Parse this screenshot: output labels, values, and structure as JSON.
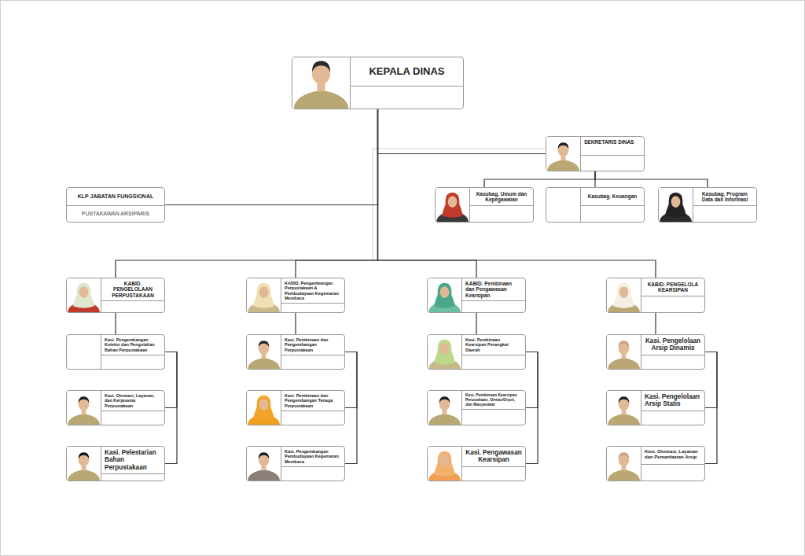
{
  "diagram": {
    "nodes": [
      {
        "text": [
          "KEPALA DINAS"
        ]
      },
      {
        "text": [
          "SEKRETARIS DINAS"
        ]
      },
      {
        "text": [
          "KLP JABATAN FUNGSIONAL",
          "PUSTAKAWAN ARSIPARIS"
        ]
      },
      {
        "text": [
          "Kasubag. Umum dan Kepegawaian"
        ]
      },
      {
        "text": [
          "Kasubag. Keuangan"
        ]
      },
      {
        "text": [
          "Kasubag. Program Data dan Informasi"
        ]
      },
      {
        "text": [
          "KABID. PENGELOLAAN PERPUSTAKAAN"
        ]
      },
      {
        "text": [
          "KABID. Pengembangan Perpustakaan & Pembudayaan Kegemaran Membaca"
        ]
      },
      {
        "text": [
          "KABID. Pembinaan dan Pengawasan Kearsipan"
        ]
      },
      {
        "text": [
          "KABID. PENGELOLA KEARSIPAN"
        ]
      },
      {
        "text": [
          "Kasi. Pengembangan Koleksi dan Pengolahan Bahan Perpustakaan"
        ]
      },
      {
        "text": [
          "Kasi. Otomasi, Layanan, dan Kerjasama Perpustakaan"
        ]
      },
      {
        "text": [
          "Kasi. Pelestarian Bahan Perpustakaan"
        ]
      },
      {
        "text": [
          "Kasi. Pembinaan dan Pengembangan Perpustakaan"
        ]
      },
      {
        "text": [
          "Kasi. Pembinaan dan Pengembangan Tenaga Perpustakaan"
        ]
      },
      {
        "text": [
          "Kasi. Pengembangan Pembudayaan Kegemaran Membaca"
        ]
      },
      {
        "text": [
          "Kasi. Pembinaan Kearsipan Perangkat Daerah"
        ]
      },
      {
        "text": [
          "Kasi. Pembinaan Kearsipan Perusahaan, Ormas/Orpol, dan Masyarakat"
        ]
      },
      {
        "text": [
          "Kasi. Pengawasan Kearsipan"
        ]
      },
      {
        "text": [
          "Kasi. Pengelolaan Arsip Dinamis"
        ]
      },
      {
        "text": [
          "Kasi. Pengelolaan Arsip Statis"
        ]
      },
      {
        "text": [
          "Kasi. Otomasi, Layanan dan Pemanfaatan Arsip"
        ]
      }
    ],
    "edges": [
      {
        "from": 0,
        "to": 1,
        "arrow": "none"
      },
      {
        "from": 0,
        "to": 2,
        "arrow": "none"
      },
      {
        "from": 1,
        "to": 3,
        "arrow": "none"
      },
      {
        "from": 1,
        "to": 4,
        "arrow": "none"
      },
      {
        "from": 1,
        "to": 5,
        "arrow": "none"
      },
      {
        "from": 0,
        "to": 6,
        "arrow": "none"
      },
      {
        "from": 0,
        "to": 7,
        "arrow": "none"
      },
      {
        "from": 0,
        "to": 8,
        "arrow": "none"
      },
      {
        "from": 0,
        "to": 9,
        "arrow": "none"
      },
      {
        "from": 6,
        "to": 10,
        "arrow": "none"
      },
      {
        "from": 10,
        "to": 11,
        "arrow": "none"
      },
      {
        "from": 10,
        "to": 12,
        "arrow": "none"
      },
      {
        "from": 7,
        "to": 13,
        "arrow": "none"
      },
      {
        "from": 13,
        "to": 14,
        "arrow": "none"
      },
      {
        "from": 13,
        "to": 15,
        "arrow": "none"
      },
      {
        "from": 8,
        "to": 16,
        "arrow": "none"
      },
      {
        "from": 16,
        "to": 17,
        "arrow": "none"
      },
      {
        "from": 16,
        "to": 18,
        "arrow": "none"
      },
      {
        "from": 9,
        "to": 19,
        "arrow": "none"
      },
      {
        "from": 19,
        "to": 20,
        "arrow": "none"
      },
      {
        "from": 19,
        "to": 21,
        "arrow": "none"
      }
    ]
  }
}
